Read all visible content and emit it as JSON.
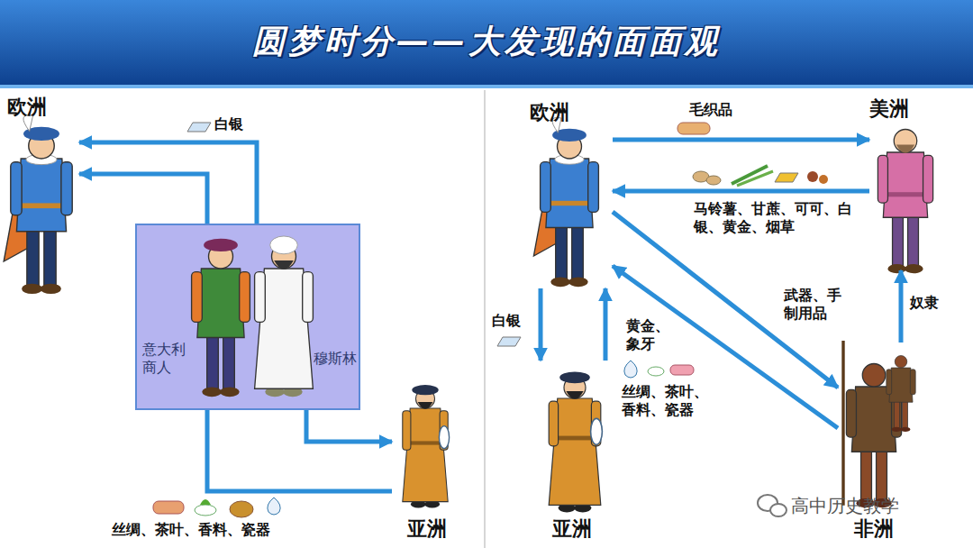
{
  "diagram": {
    "title": "圆梦时分——大发现的面面观",
    "nodes": [
      {
        "text": [
          "欧洲"
        ]
      },
      {
        "text": [
          "意大利商人",
          "穆斯林"
        ]
      },
      {
        "text": [
          "亚洲"
        ]
      },
      {
        "text": [
          "欧洲"
        ]
      },
      {
        "text": [
          "美洲"
        ]
      },
      {
        "text": [
          "亚洲"
        ]
      },
      {
        "text": [
          "非洲"
        ]
      }
    ],
    "edges": [
      {
        "from": 1,
        "to": 0,
        "arrow": "to",
        "label": "白银"
      },
      {
        "from": 1,
        "to": 0,
        "arrow": "to"
      },
      {
        "from": 1,
        "to": 2,
        "arrow": "to"
      },
      {
        "from": 2,
        "to": 1,
        "arrow": "none",
        "label": "丝绸、茶叶、香料、瓷器"
      },
      {
        "from": 3,
        "to": 4,
        "arrow": "to",
        "label": "毛织品"
      },
      {
        "from": 4,
        "to": 3,
        "arrow": "to",
        "label": "马铃薯、甘蔗、可可、白银、黄金、烟草"
      },
      {
        "from": 3,
        "to": 6,
        "arrow": "to",
        "label": "武器、手制用品"
      },
      {
        "from": 6,
        "to": 3,
        "arrow": "to",
        "label": "黄金、象牙"
      },
      {
        "from": 6,
        "to": 4,
        "arrow": "to",
        "label": "奴隶"
      },
      {
        "from": 5,
        "to": 3,
        "arrow": "to",
        "label": "丝绸、茶叶、香料、瓷器"
      },
      {
        "from": 3,
        "to": 5,
        "arrow": "to",
        "label": "白银"
      }
    ],
    "labels": [
      "高中历史教学"
    ]
  }
}
